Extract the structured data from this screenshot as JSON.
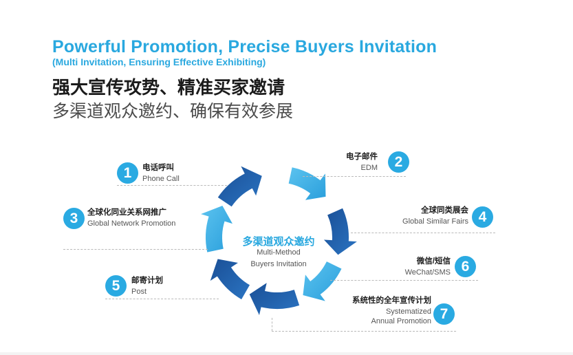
{
  "header": {
    "title_en": "Powerful Promotion, Precise Buyers Invitation",
    "subtitle_en": "(Multi Invitation, Ensuring Effective Exhibiting)",
    "title_cn": "强大宣传攻势、精准买家邀请",
    "subtitle_cn": "多渠道观众邀约、确保有效参展"
  },
  "center": {
    "label_cn": "多渠道观众邀约",
    "label_en_line1": "Multi-Method",
    "label_en_line2": "Buyers Invitation"
  },
  "items": [
    {
      "number": "1",
      "label_cn": "电话呼叫",
      "label_en": "Phone Call"
    },
    {
      "number": "2",
      "label_cn": "电子邮件",
      "label_en": "EDM"
    },
    {
      "number": "3",
      "label_cn": "全球化同业关系网推广",
      "label_en": "Global Network Promotion"
    },
    {
      "number": "4",
      "label_cn": "全球同类展会",
      "label_en": "Global Similar Fairs"
    },
    {
      "number": "5",
      "label_cn": "邮寄计划",
      "label_en": "Post"
    },
    {
      "number": "6",
      "label_cn": "微信/短信",
      "label_en": "WeChat/SMS"
    },
    {
      "number": "7",
      "label_cn": "系统性的全年宣传计划",
      "label_en": "Systematized",
      "label_en_2": "Annual Promotion"
    }
  ],
  "colors": {
    "accent": "#29a8df",
    "arrow_dark": "#1f5fa8",
    "arrow_light": "#3aaee4",
    "title_dark": "#1b1b1b"
  }
}
